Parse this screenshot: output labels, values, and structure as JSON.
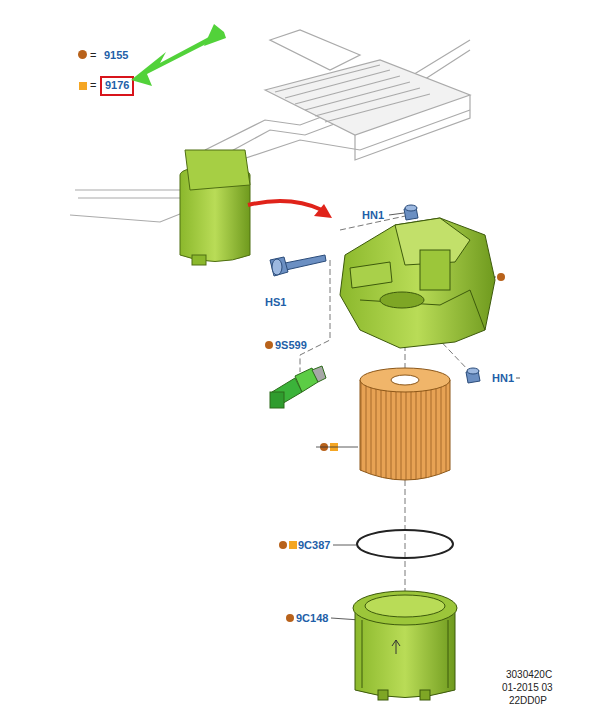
{
  "diagram": {
    "labels": [
      "=",
      "=",
      "HN1",
      "HS1",
      "9S599",
      "HN1",
      "9C387",
      "9C148",
      "3030420C",
      "01-2015 03",
      "22DD0P"
    ],
    "legend": [
      {
        "text": "9155",
        "color": "#b8621b"
      },
      {
        "text": "9176",
        "color": "#f5a623"
      }
    ]
  }
}
